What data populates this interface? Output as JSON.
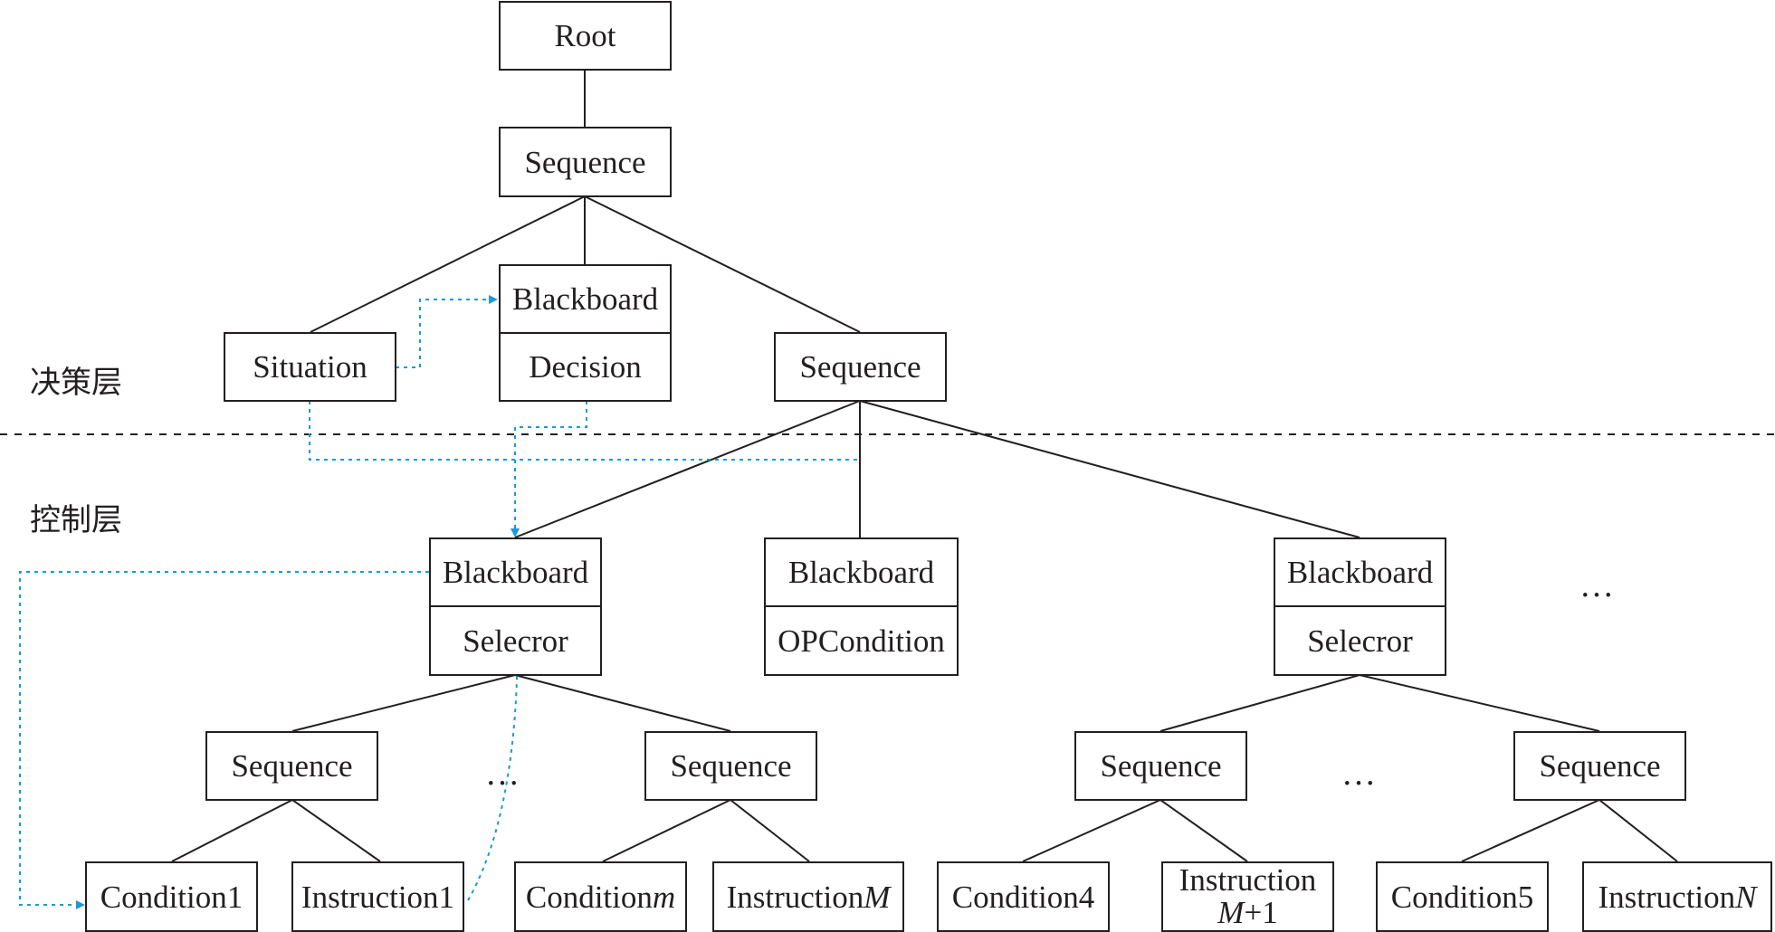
{
  "layers": {
    "decision": "决策层",
    "control": "控制层"
  },
  "ellipsis": "…",
  "nodes": {
    "root": "Root",
    "sequence_top": "Sequence",
    "situation": "Situation",
    "bb_decision_top": "Blackboard",
    "bb_decision_bottom": "Decision",
    "sequence_mid": "Sequence",
    "bb1_top": "Blackboard",
    "bb1_bottom": "Selecror",
    "bb2_top": "Blackboard",
    "bb2_bottom": "OPCondition",
    "bb3_top": "Blackboard",
    "bb3_bottom": "Selecror",
    "seq_a": "Sequence",
    "seq_b": "Sequence",
    "seq_c": "Sequence",
    "seq_d": "Sequence",
    "condition1": "Condition1",
    "instruction1": "Instruction1",
    "condition_m_base": "Condition",
    "condition_m_italic": "m",
    "instruction_M_base": "Instruction",
    "instruction_M_italic": "M",
    "condition4": "Condition4",
    "instruction_M1_line1": "Instruction",
    "instruction_M1_italic": "M",
    "instruction_M1_suffix": "+1",
    "condition5": "Condition5",
    "instruction_N_base": "Instruction",
    "instruction_N_italic": "N"
  },
  "colors": {
    "stroke": "#231f20",
    "flow": "#1a9ad6"
  }
}
